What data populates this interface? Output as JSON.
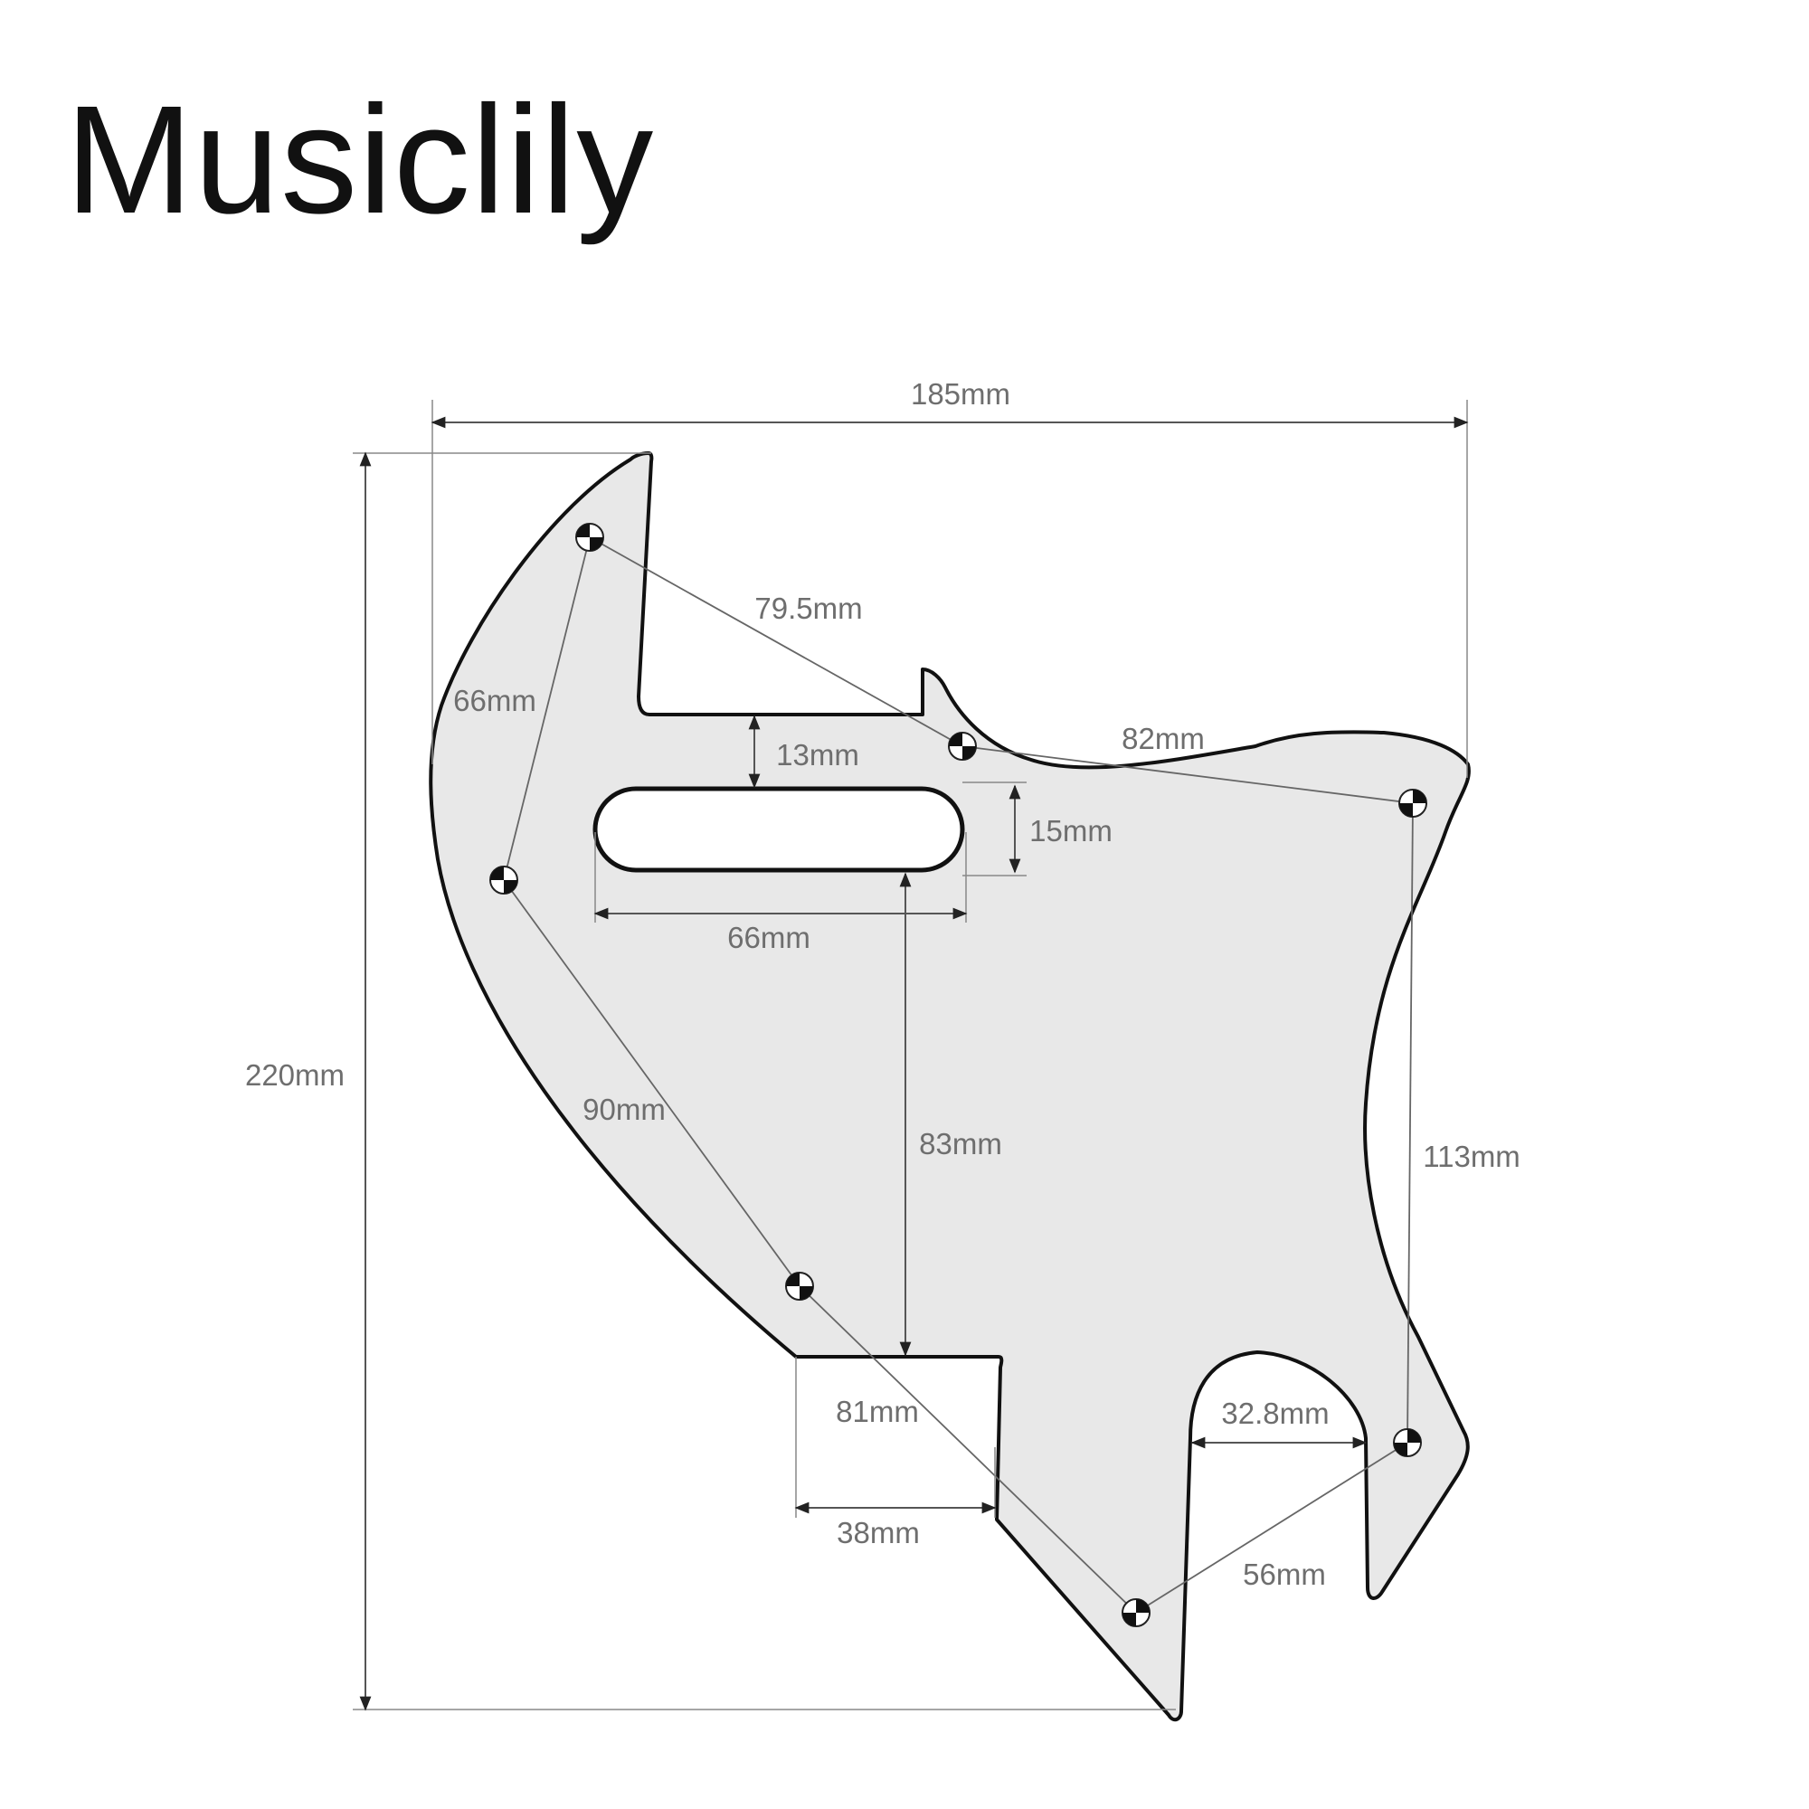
{
  "brand": {
    "name": "Musiclily"
  },
  "dimensions": {
    "overall_width": "185mm",
    "overall_height": "220mm",
    "screw_top_left_to_neck": "79.5mm",
    "screw_neck_to_top_right": "82mm",
    "screw_top_left_to_mid_left": "66mm",
    "neck_pocket_to_slot": "13mm",
    "slot_height": "15mm",
    "slot_width": "66mm",
    "slot_to_bottom_step": "83mm",
    "screw_mid_left_to_lower_left": "90mm",
    "screw_right_top_to_right_bottom": "113mm",
    "screw_lower_left_to_bottom": "81mm",
    "bottom_cutout_width": "32.8mm",
    "bottom_step_width": "38mm",
    "screw_bottom_to_right_bottom": "56mm"
  }
}
